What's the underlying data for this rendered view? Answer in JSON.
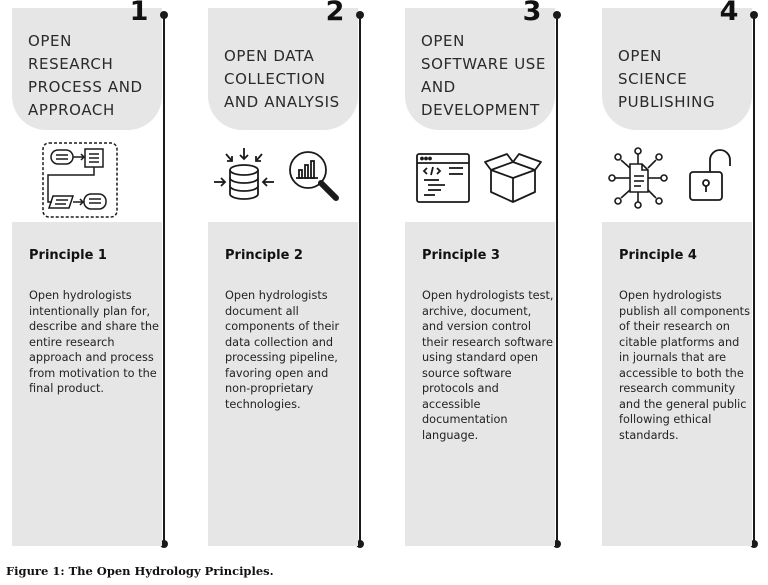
{
  "columns": [
    {
      "number": "1",
      "heading": "OPEN\nRESEARCH\nPROCESS AND\nAPPROACH",
      "icons": [
        "workflow-diagram-icon"
      ],
      "principle_title": "Principle 1",
      "principle_text": "Open hydrologists intentionally plan for, describe and share the entire research approach and process from motivation to the final product."
    },
    {
      "number": "2",
      "heading": "OPEN DATA\nCOLLECTION\nAND ANALYSIS",
      "icons": [
        "database-icon",
        "magnifier-chart-icon"
      ],
      "principle_title": "Principle 2",
      "principle_text": "Open hydrologists document all components of their data collection and processing pipeline, favoring open and non-proprietary technologies."
    },
    {
      "number": "3",
      "heading": "OPEN\nSOFTWARE USE\nAND\nDEVELOPMENT",
      "icons": [
        "code-window-icon",
        "open-box-icon"
      ],
      "principle_title": "Principle 3",
      "principle_text": "Open hydrologists test, archive, document, and version control their research software using standard open source software protocols and accessible documentation language."
    },
    {
      "number": "4",
      "heading": "OPEN\nSCIENCE\nPUBLISHING",
      "icons": [
        "shared-document-icon",
        "open-padlock-icon"
      ],
      "principle_title": "Principle 4",
      "principle_text": "Open hydrologists publish all components of their research on citable platforms and in journals that are accessible to both the research community and the general public following ethical standards."
    }
  ],
  "caption": "Figure 1: The Open Hydrology Principles."
}
